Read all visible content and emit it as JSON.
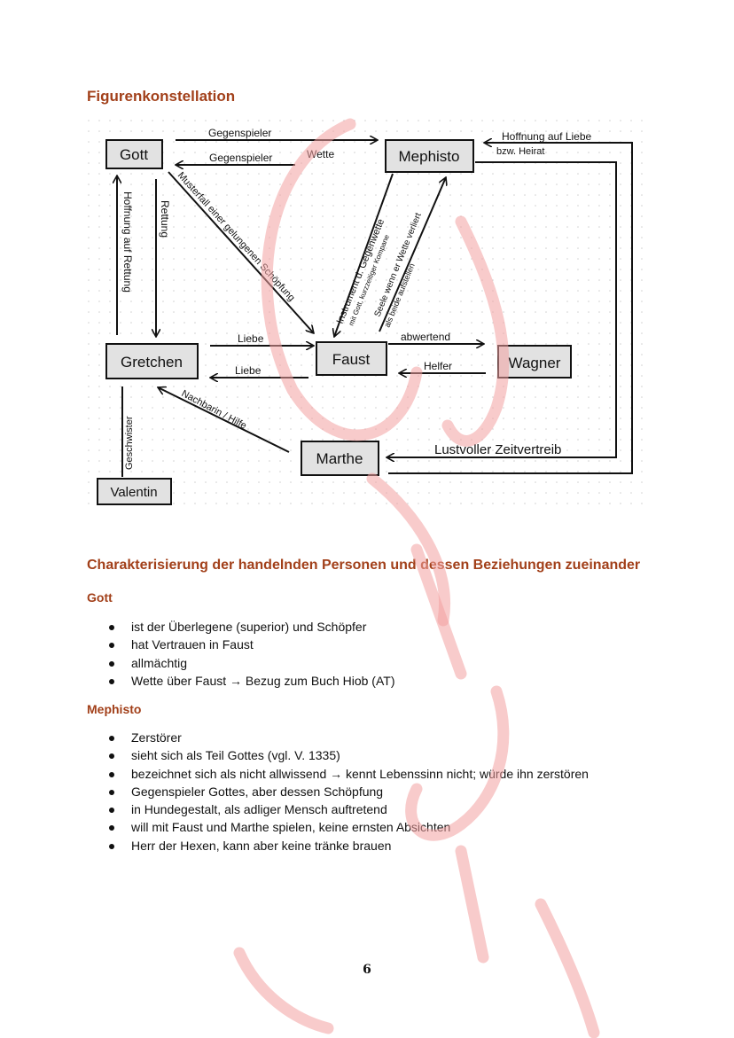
{
  "heading_constellation": "Figurenkonstellation",
  "diagram": {
    "nodes": {
      "gott": "Gott",
      "mephisto": "Mephisto",
      "gretchen": "Gretchen",
      "faust": "Faust",
      "wagner": "Wagner",
      "marthe": "Marthe",
      "valentin": "Valentin"
    },
    "labels": {
      "gegenspieler_top": "Gegenspieler",
      "wette": "Wette",
      "gegenspieler_bottom": "Gegenspieler",
      "hoffnung_liebe_1": "Hoffnung auf Liebe",
      "hoffnung_liebe_2": "bzw. Heirat",
      "hoffnung_rettung": "Hoffnung auf Rettung",
      "rettung": "Rettung",
      "musterfall": "Musterfall einer gelungenen Schöpfung",
      "instrument_1": "Instrument d. Gegenwette",
      "instrument_2": "mit Gott, kurzzeitiger Kompane",
      "seele_1": "Seele wenn er Wette verliert",
      "seele_2": "als beide aufstellen",
      "liebe_top": "Liebe",
      "liebe_bottom": "Liebe",
      "abwertend": "abwertend",
      "helfer": "Helfer",
      "geschwister": "Geschwister",
      "nachbarin": "Nachbarin / Hilfe",
      "zeitvertreib": "Lustvoller Zeitvertreib"
    }
  },
  "heading_characterization": "Charakterisierung der handelnden Personen und dessen Beziehungen zueinander",
  "sections": [
    {
      "title": "Gott",
      "items": [
        "ist der Überlegene (superior) und Schöpfer",
        "hat Vertrauen in Faust",
        "allmächtig",
        "Wette über Faust → Bezug zum Buch Hiob (AT)"
      ]
    },
    {
      "title": "Mephisto",
      "items": [
        "Zerstörer",
        "sieht sich als Teil Gottes (vgl. V. 1335)",
        "bezeichnet sich als nicht allwissend → kennt Lebenssinn nicht; würde ihn zerstören",
        "Gegenspieler Gottes, aber dessen Schöpfung",
        "in Hundegestalt, als adliger Mensch auftretend",
        "will mit Faust und Marthe spielen, keine ernsten Absichten",
        "Herr der Hexen, kann aber keine tränke brauen"
      ]
    }
  ],
  "page_number": "6",
  "colors": {
    "heading": "#a2401a",
    "box_fill": "#e2e2e2",
    "watermark": "#f2a0a0"
  }
}
